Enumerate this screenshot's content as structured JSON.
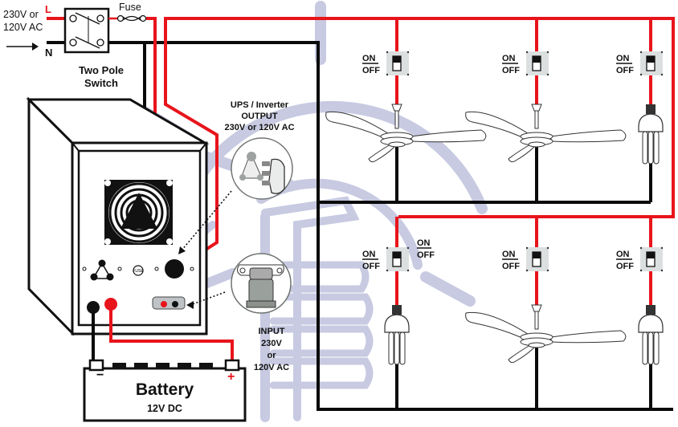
{
  "supply": {
    "voltage_line1": "230V or",
    "voltage_line2": "120V AC",
    "live_label": "L",
    "neutral_label": "N"
  },
  "main_switch": {
    "title_line1": "Two Pole",
    "title_line2": "Switch"
  },
  "fuse": {
    "label": "Fuse"
  },
  "ups_output": {
    "line1": "UPS / Inverter",
    "line2": "OUTPUT",
    "line3": "230V or 120V AC"
  },
  "ups_input": {
    "line1": "INPUT",
    "line2": "230V",
    "line3": "or",
    "line4": "120V AC"
  },
  "ups_panel": {
    "fuse_label": "FUSE"
  },
  "battery": {
    "title": "Battery",
    "voltage": "12V DC",
    "neg": "−",
    "pos": "+"
  },
  "loads": {
    "top_row": [
      {
        "type": "ceiling-fan",
        "switch_on": "ON",
        "switch_off": "OFF"
      },
      {
        "type": "ceiling-fan",
        "switch_on": "ON",
        "switch_off": "OFF"
      },
      {
        "type": "cfl-bulb",
        "switch_on": "ON",
        "switch_off": "OFF"
      }
    ],
    "bottom_row": [
      {
        "type": "cfl-bulb",
        "switch_on": "ON",
        "switch_off": "OFF"
      },
      {
        "type": "ceiling-fan",
        "switch_on": "ON",
        "switch_off": "OFF"
      },
      {
        "type": "cfl-bulb",
        "switch_on": "ON",
        "switch_off": "OFF"
      }
    ],
    "stray_label_on": "ON",
    "stray_label_off": "OFF"
  },
  "colors": {
    "live_wire": "#e8141b",
    "neutral_wire": "#0a0a0a",
    "watermark": "#c5c8e0",
    "switch_plate": "#dcdfe0"
  }
}
